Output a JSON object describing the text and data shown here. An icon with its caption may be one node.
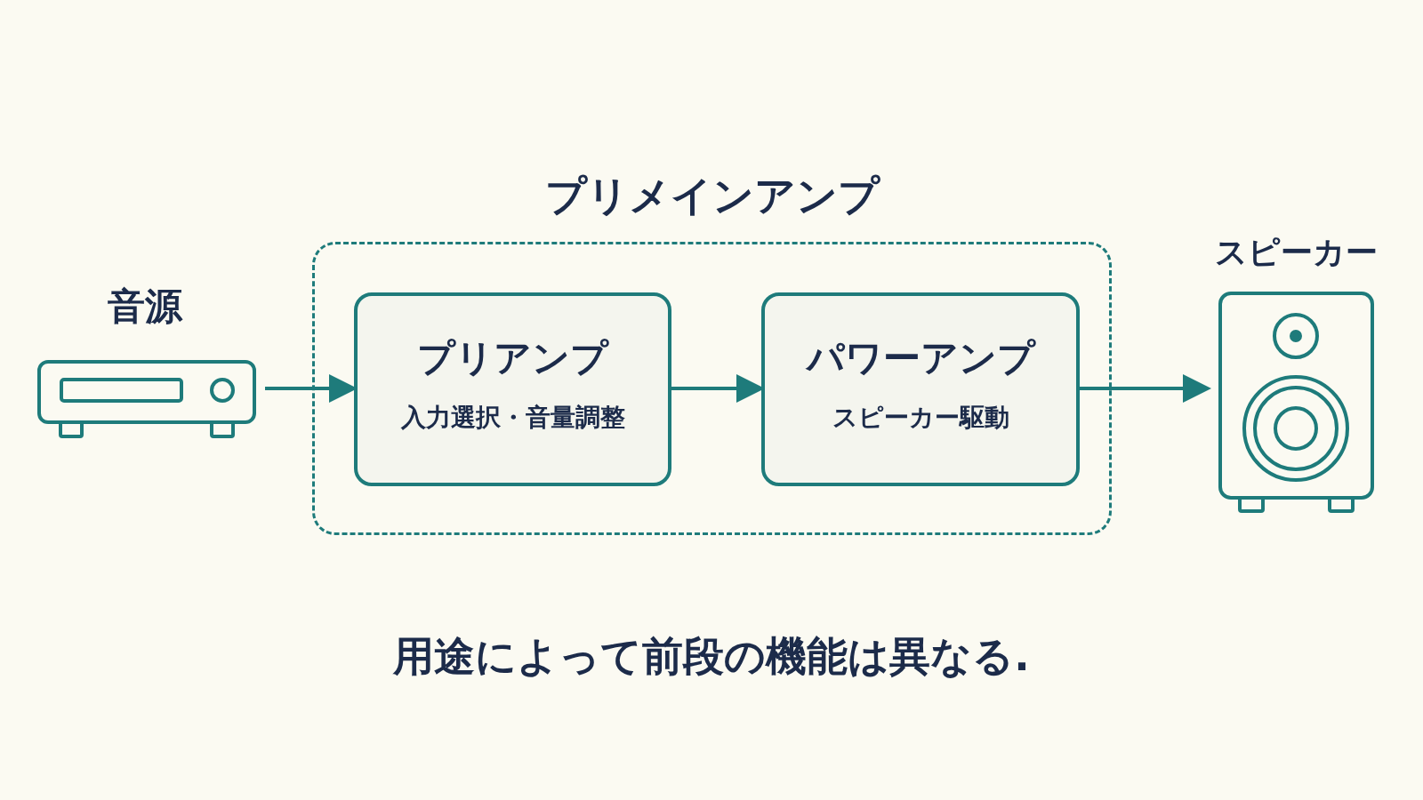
{
  "diagram": {
    "caption": "用途によって前段の機能は異なる.",
    "nodes": [
      {
        "text": [
          "音源"
        ]
      },
      {
        "text": [
          "プリメインアンプ"
        ]
      },
      {
        "text": [
          "プリアンプ",
          "入力選択・音量調整"
        ],
        "in": 1
      },
      {
        "text": [
          "パワーアンプ",
          "スピーカー駆動"
        ],
        "in": 1
      },
      {
        "text": [
          "スピーカー"
        ]
      }
    ],
    "edges": [
      {
        "from": 0,
        "to": 2,
        "arrow": "to"
      },
      {
        "from": 2,
        "to": 3,
        "arrow": "to"
      },
      {
        "from": 3,
        "to": 4,
        "arrow": "to"
      }
    ]
  }
}
